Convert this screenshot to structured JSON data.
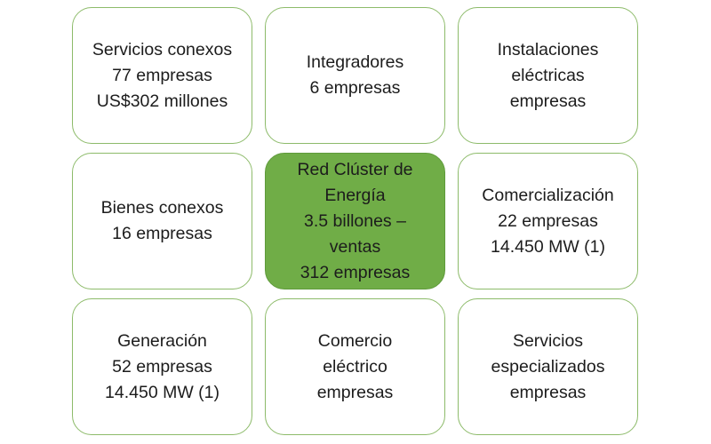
{
  "boxes": [
    {
      "lines": [
        "Servicios conexos",
        "77 empresas",
        "US$302 millones"
      ]
    },
    {
      "lines": [
        "Integradores",
        "6 empresas"
      ]
    },
    {
      "lines": [
        "Instalaciones",
        "eléctricas",
        "empresas"
      ]
    },
    {
      "lines": [
        "Bienes conexos",
        "16 empresas"
      ]
    },
    {
      "lines": [
        "Red Clúster de",
        "Energía",
        "3.5 billones –",
        "ventas",
        "312 empresas"
      ]
    },
    {
      "lines": [
        "Comercialización",
        "22 empresas",
        "14.450 MW (1)"
      ]
    },
    {
      "lines": [
        "Generación",
        "52 empresas",
        "14.450 MW (1)"
      ]
    },
    {
      "lines": [
        "Comercio",
        "eléctrico",
        "empresas"
      ]
    },
    {
      "lines": [
        "Servicios",
        "especializados",
        "empresas"
      ]
    }
  ],
  "colors": {
    "border": "#8dbb6a",
    "center_fill": "#70ad47",
    "text": "#1c1c1c"
  }
}
